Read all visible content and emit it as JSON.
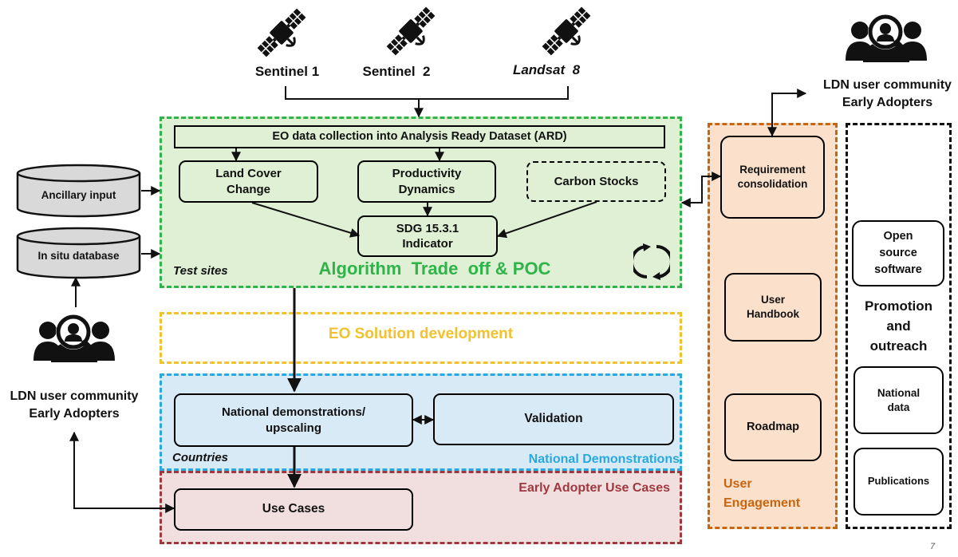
{
  "satellites": [
    {
      "label": "Sentinel 1"
    },
    {
      "label": "Sentinel  2"
    },
    {
      "label": "Landsat  8"
    }
  ],
  "top_right_group": {
    "line1": "LDN user community",
    "line2": "Early Adopters"
  },
  "left_group": {
    "line1": "LDN user community",
    "line2": "Early Adopters"
  },
  "ancillary_input": "Ancillary input",
  "in_situ_database": "In situ database",
  "poc_section": {
    "ard_bar": "EO data collection into Analysis Ready Dataset (ARD)",
    "land_cover": {
      "line1": "Land Cover",
      "line2": "Change"
    },
    "productivity": {
      "line1": "Productivity",
      "line2": "Dynamics"
    },
    "carbon_stocks": "Carbon Stocks",
    "sdg": {
      "line1": "SDG 15.3.1",
      "line2": "Indicator"
    },
    "test_sites": "Test sites",
    "title": "Algorithm  Trade  off & POC"
  },
  "eo_solution": "EO Solution development",
  "national_demo_section": {
    "demonstrations": {
      "line1": "National demonstrations/",
      "line2": "upscaling"
    },
    "validation": "Validation",
    "countries": "Countries",
    "title": "National Demonstrations"
  },
  "use_cases_section": {
    "use_cases": "Use Cases",
    "title": "Early Adopter Use Cases"
  },
  "user_engagement": {
    "requirement": {
      "line1": "Requirement",
      "line2": "consolidation"
    },
    "handbook": {
      "line1": "User",
      "line2": "Handbook"
    },
    "roadmap": "Roadmap",
    "title_line1": "User",
    "title_line2": "Engagement"
  },
  "promotion": {
    "open_source": {
      "line1": "Open",
      "line2": "source",
      "line3": "software"
    },
    "title_line1": "Promotion",
    "title_line2": "and",
    "title_line3": "outreach",
    "national_data": {
      "line1": "National",
      "line2": "data"
    },
    "publications": "Publications"
  },
  "page_number": "7",
  "colors": {
    "green": "#2fb34a",
    "green_fill": "#dff0d4",
    "yellow": "#f2c22e",
    "yellow_text": "#f2c22e",
    "blue": "#2aa8e0",
    "blue_fill": "#d9eaf7",
    "red": "#a0393f",
    "red_fill": "#f1dfe0",
    "orange": "#c8650f",
    "orange_fill": "#fbe1cb"
  }
}
